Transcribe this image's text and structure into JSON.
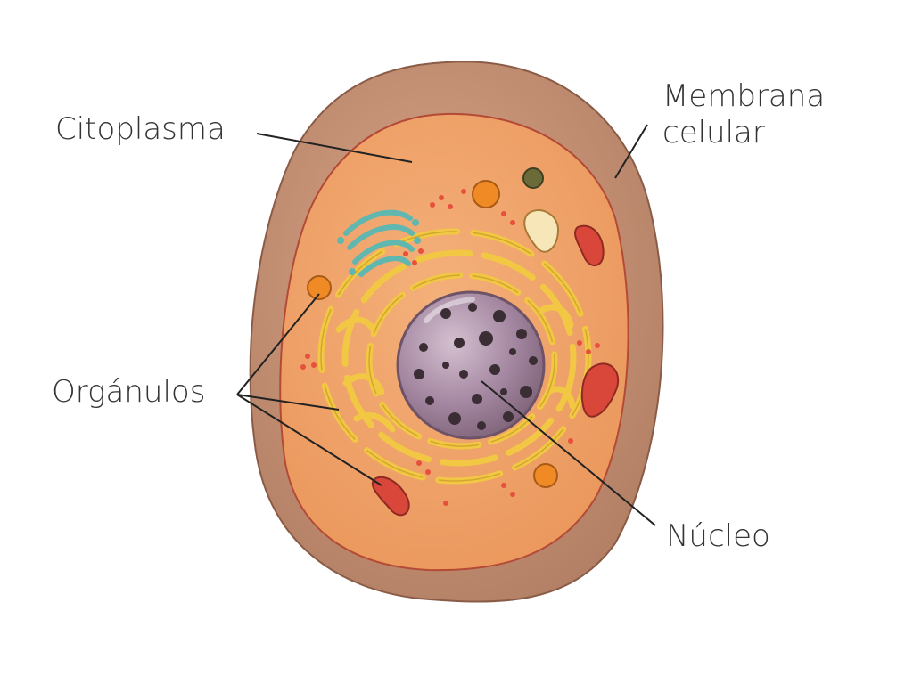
{
  "labels": {
    "citoplasma": "Citoplasma",
    "membrana_line1": "Membrana",
    "membrana_line2": "celular",
    "organulos": "Orgánulos",
    "nucleo": "Núcleo"
  },
  "colors": {
    "membrane": "#b88a6e",
    "cytoplasm": "#ef9f62",
    "golgi": "#5fb7b0",
    "reticulum": "#f1c743",
    "nucleus": "#9a7c92",
    "chromatin": "#3a2d33",
    "mitochondria": "#d9473a",
    "lysosome": "#f08a24"
  }
}
